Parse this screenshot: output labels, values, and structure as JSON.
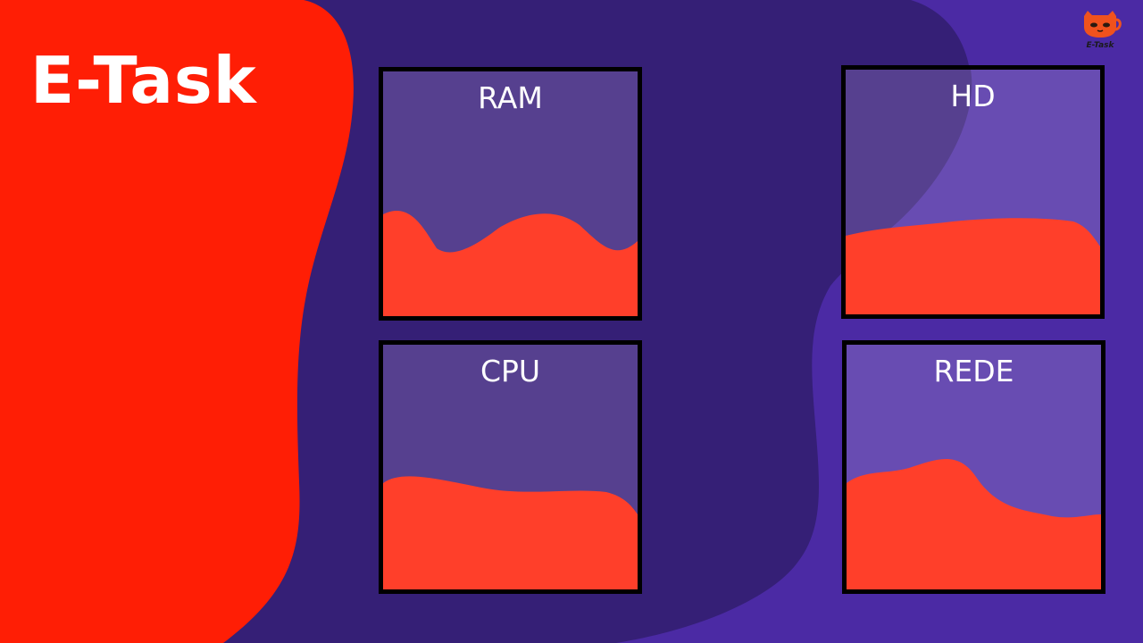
{
  "app": {
    "title": "E-Task",
    "logo_text": "E-Task"
  },
  "colors": {
    "background_purple": "#4b2aa4",
    "dark_purple": "#351f76",
    "accent_red": "#ff1e05",
    "chart_fill": "#ff3f2a",
    "panel_bg": "#56408f",
    "panel_bg_light": "#684cb2",
    "panel_border": "#000000",
    "text": "#ffffff"
  },
  "panels": [
    {
      "id": "ram",
      "label": "RAM"
    },
    {
      "id": "hd",
      "label": "HD"
    },
    {
      "id": "cpu",
      "label": "CPU"
    },
    {
      "id": "rede",
      "label": "REDE"
    }
  ]
}
